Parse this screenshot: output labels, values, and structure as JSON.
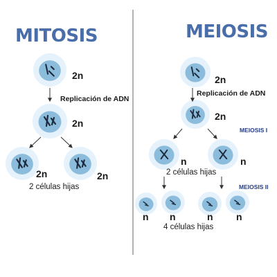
{
  "colors": {
    "title": "#4a6ea9",
    "phase": "#233c86",
    "cell_outer": "#e6f2fb",
    "cell_inner": "#8cbcdb",
    "chromosome": "#1c2a3c",
    "arrow": "#333333",
    "divider": "#999999"
  },
  "mitosis": {
    "title": "MITOSIS",
    "step_label": "Replicación de ADN",
    "ploidy_top": "2n",
    "ploidy_mid": "2n",
    "ploidy_daughter_left": "2n",
    "ploidy_daughter_right": "2n",
    "result": "2 células hijas"
  },
  "meiosis": {
    "title": "MEIOSIS",
    "step_label": "Replicación de ADN",
    "ploidy_top": "2n",
    "ploidy_mid": "2n",
    "phase1": "MEIOSIS I",
    "phase2": "MEIOSIS II",
    "ploidy_gen1_left": "n",
    "ploidy_gen1_right": "n",
    "result1": "2 células hijas",
    "ploidy_gen2": [
      "n",
      "n",
      "n",
      "n"
    ],
    "result2": "4 células hijas"
  }
}
